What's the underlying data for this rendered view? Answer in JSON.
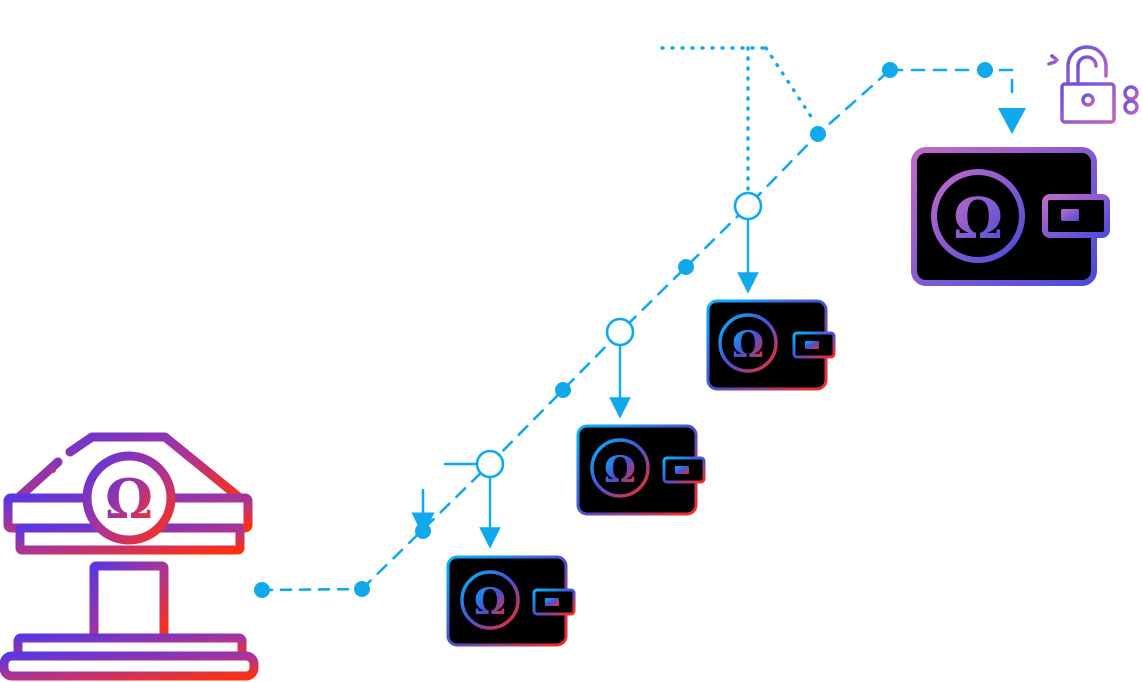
{
  "symbols": {
    "omega": "Ω"
  },
  "colors": {
    "flow_line": "#12a9ec",
    "bank_gradient_start": "#5a37e0",
    "bank_gradient_end": "#ff3010",
    "wallet_fill": "#000000",
    "wallet_small_start": "#00b7ff",
    "wallet_small_end": "#ff2a1e",
    "wallet_large_start": "#c06ac5",
    "wallet_large_end": "#4a4cd8",
    "lock_start": "#6a52d8",
    "lock_end": "#c063c0"
  },
  "icons": {
    "bank": "bank-omega-icon",
    "wallet": "wallet-omega-icon",
    "lock": "unlocked-padlock-with-key-icon"
  },
  "nodes": [
    {
      "id": "bank",
      "kind": "bank"
    },
    {
      "id": "wallet-1",
      "kind": "wallet"
    },
    {
      "id": "wallet-2",
      "kind": "wallet"
    },
    {
      "id": "wallet-3",
      "kind": "wallet"
    },
    {
      "id": "wallet-final",
      "kind": "wallet",
      "emphasis": "large"
    },
    {
      "id": "lock",
      "kind": "lock"
    }
  ]
}
